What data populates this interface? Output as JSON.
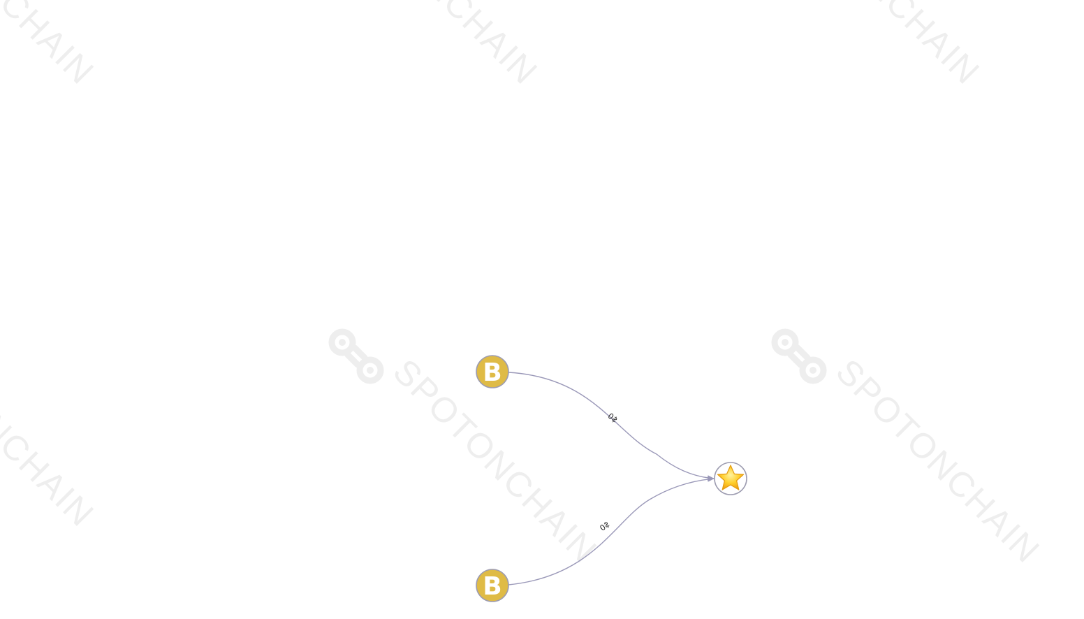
{
  "watermark": {
    "text": "SPOTONCHAIN",
    "color": "#eeeeee"
  },
  "nodes": [
    {
      "id": "source-1",
      "kind": "exchange",
      "letter": "B",
      "fill": "#dfbb46",
      "stroke": "#9d9cb0"
    },
    {
      "id": "source-2",
      "kind": "exchange",
      "letter": "B",
      "fill": "#dfbb46",
      "stroke": "#9d9cb0"
    },
    {
      "id": "target",
      "kind": "starred-address",
      "icon": "star-icon",
      "fill": "#ffffff",
      "stroke": "#9d9cb0"
    }
  ],
  "edges": [
    {
      "from": "source-1",
      "to": "target",
      "label": "$0",
      "color": "#9a98b8"
    },
    {
      "from": "source-2",
      "to": "target",
      "label": "$0",
      "color": "#9a98b8"
    }
  ]
}
